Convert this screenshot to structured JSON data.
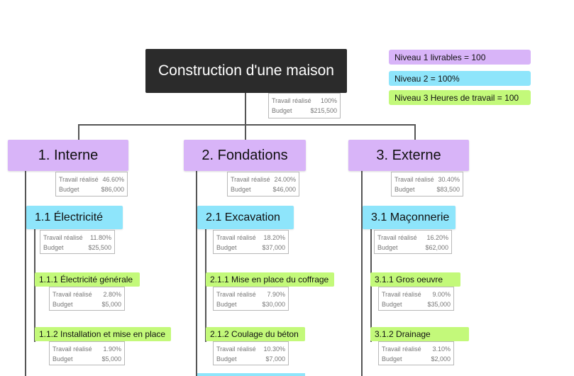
{
  "root": {
    "title": "Construction d'une maison",
    "work_label": "Travail réalisé",
    "work": "100%",
    "budget_label": "Budget",
    "budget": "$215,500"
  },
  "legend": [
    {
      "label": "Niveau 1 livrables = 100",
      "color": "#d8b4f8"
    },
    {
      "label": "Niveau 2 = 100%",
      "color": "#8ee5fb"
    },
    {
      "label": "Niveau 3 Heures de travail = 100",
      "color": "#c3f97a"
    }
  ],
  "colors": {
    "root": "#2b2b2b",
    "level1": "#d8b4f8",
    "level2": "#8ee5fb",
    "level3": "#c3f97a",
    "connector": "#555555"
  },
  "level1": [
    {
      "title": "1. Interne",
      "work_label": "Travail réalisé",
      "work": "46.60%",
      "budget_label": "Budget",
      "budget": "$86,000",
      "level2": {
        "title": "1.1 Électricité",
        "work_label": "Travail réalisé",
        "work": "11.80%",
        "budget_label": "Budget",
        "budget": "$25,500",
        "level3": [
          {
            "title": "1.1.1 Électricité générale",
            "work_label": "Travail réalisé",
            "work": "2.80%",
            "budget_label": "Budget",
            "budget": "$5,000"
          },
          {
            "title": "1.1.2 Installation et mise en place",
            "work_label": "Travail réalisé",
            "work": "1.90%",
            "budget_label": "Budget",
            "budget": "$5,000"
          }
        ]
      }
    },
    {
      "title": "2. Fondations",
      "work_label": "Travail réalisé",
      "work": "24.00%",
      "budget_label": "Budget",
      "budget": "$46,000",
      "level2": {
        "title": "2.1 Excavation",
        "work_label": "Travail réalisé",
        "work": "18.20%",
        "budget_label": "Budget",
        "budget": "$37,000",
        "level3": [
          {
            "title": "2.1.1 Mise en place du coffrage",
            "work_label": "Travail réalisé",
            "work": "7.90%",
            "budget_label": "Budget",
            "budget": "$30,000"
          },
          {
            "title": "2.1.2 Coulage du béton",
            "work_label": "Travail réalisé",
            "work": "10.30%",
            "budget_label": "Budget",
            "budget": "$7,000"
          }
        ]
      }
    },
    {
      "title": "3. Externe",
      "work_label": "Travail réalisé",
      "work": "30.40%",
      "budget_label": "Budget",
      "budget": "$83,500",
      "level2": {
        "title": "3.1 Maçonnerie",
        "work_label": "Travail réalisé",
        "work": "16.20%",
        "budget_label": "Budget",
        "budget": "$62,000",
        "level3": [
          {
            "title": "3.1.1 Gros oeuvre",
            "work_label": "Travail réalisé",
            "work": "9.00%",
            "budget_label": "Budget",
            "budget": "$35,000"
          },
          {
            "title": "3.1.2 Drainage",
            "work_label": "Travail réalisé",
            "work": "3.10%",
            "budget_label": "Budget",
            "budget": "$2,000"
          }
        ]
      }
    }
  ]
}
